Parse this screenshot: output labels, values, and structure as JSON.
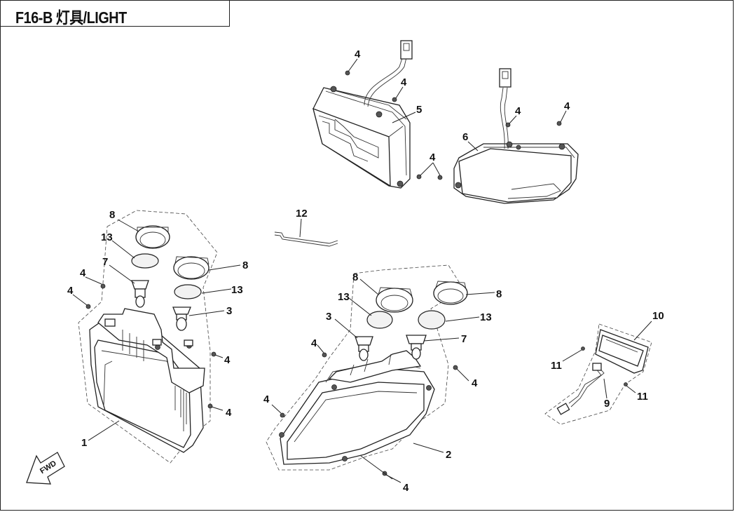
{
  "header": {
    "title": "F16-B  灯具/LIGHT"
  },
  "callouts": {
    "c1": "1",
    "c2": "2",
    "c3a": "3",
    "c3b": "3",
    "c4a": "4",
    "c4b": "4",
    "c4c": "4",
    "c4d": "4",
    "c4e": "4",
    "c4f": "4",
    "c4g": "4",
    "c4h": "4",
    "c4i": "4",
    "c4j": "4",
    "c4k": "4",
    "c4l": "4",
    "c5": "5",
    "c6": "6",
    "c7a": "7",
    "c7b": "7",
    "c8a": "8",
    "c8b": "8",
    "c8c": "8",
    "c8d": "8",
    "c9": "9",
    "c10": "10",
    "c11a": "11",
    "c11b": "11",
    "c12": "12",
    "c13a": "13",
    "c13b": "13",
    "c13c": "13",
    "c13d": "13"
  },
  "fwd_label": "FWD"
}
